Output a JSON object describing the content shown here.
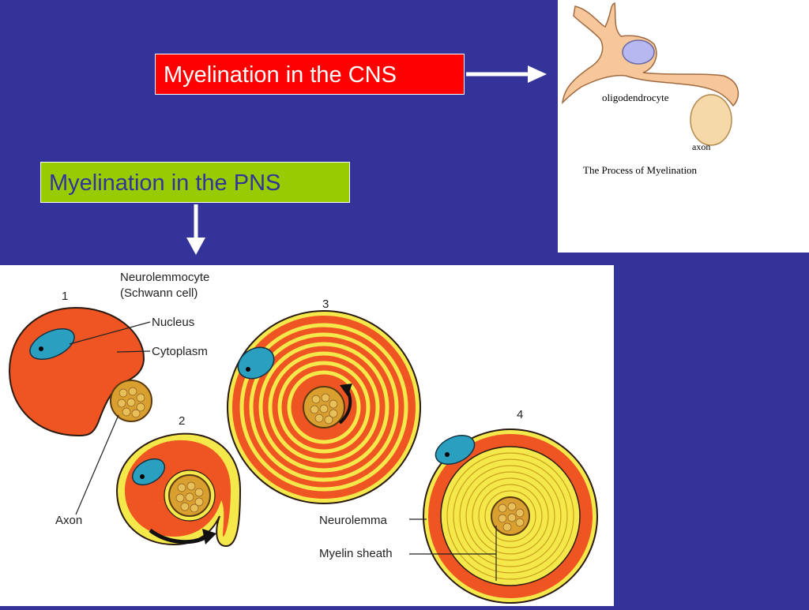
{
  "cns": {
    "title": "Myelination in the CNS",
    "label_oligodendrocyte": "oligodendrocyte",
    "label_axon": "axon",
    "caption": "The Process of Myelination"
  },
  "pns": {
    "title": "Myelination in the PNS",
    "label_neurolemmocyte": "Neurolemmocyte",
    "label_schwann": "(Schwann cell)",
    "label_nucleus": "Nucleus",
    "label_cytoplasm": "Cytoplasm",
    "label_axon": "Axon",
    "label_neurolemma": "Neurolemma",
    "label_myelin": "Myelin sheath",
    "step_1": "1",
    "step_2": "2",
    "step_3": "3",
    "step_4": "4"
  },
  "colors": {
    "background": "#333399",
    "cns_box": "#ff0000",
    "pns_box": "#99cc00",
    "cytoplasm": "#ee5522",
    "myelin": "#f5e84a",
    "nucleus": "#2a9fbf",
    "axon": "#d9a030"
  }
}
